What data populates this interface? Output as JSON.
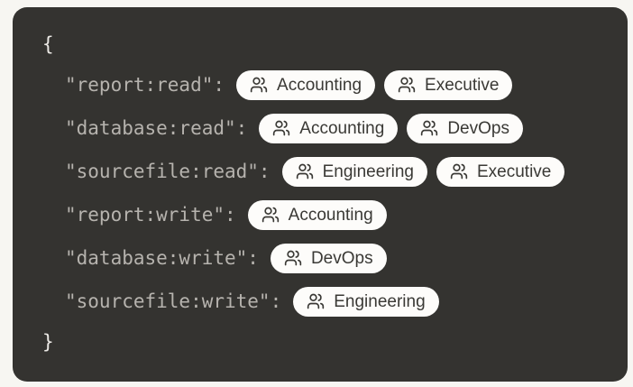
{
  "code_block": {
    "open_brace": "{",
    "close_brace": "}",
    "entries": [
      {
        "key": "\"report:read\":",
        "groups": [
          "Accounting",
          "Executive"
        ]
      },
      {
        "key": "\"database:read\":",
        "groups": [
          "Accounting",
          "DevOps"
        ]
      },
      {
        "key": "\"sourcefile:read\":",
        "groups": [
          "Engineering",
          "Executive"
        ]
      },
      {
        "key": "\"report:write\":",
        "groups": [
          "Accounting"
        ]
      },
      {
        "key": "\"database:write\":",
        "groups": [
          "DevOps"
        ]
      },
      {
        "key": "\"sourcefile:write\":",
        "groups": [
          "Engineering"
        ]
      }
    ],
    "chip_icon": "users-icon",
    "colors": {
      "page_background": "#f7f6f2",
      "panel_background": "#343330",
      "brace_text": "#eceae6",
      "key_text": "#b6b3ae",
      "chip_background": "#fdfcfa",
      "chip_text": "#3a3935"
    }
  }
}
